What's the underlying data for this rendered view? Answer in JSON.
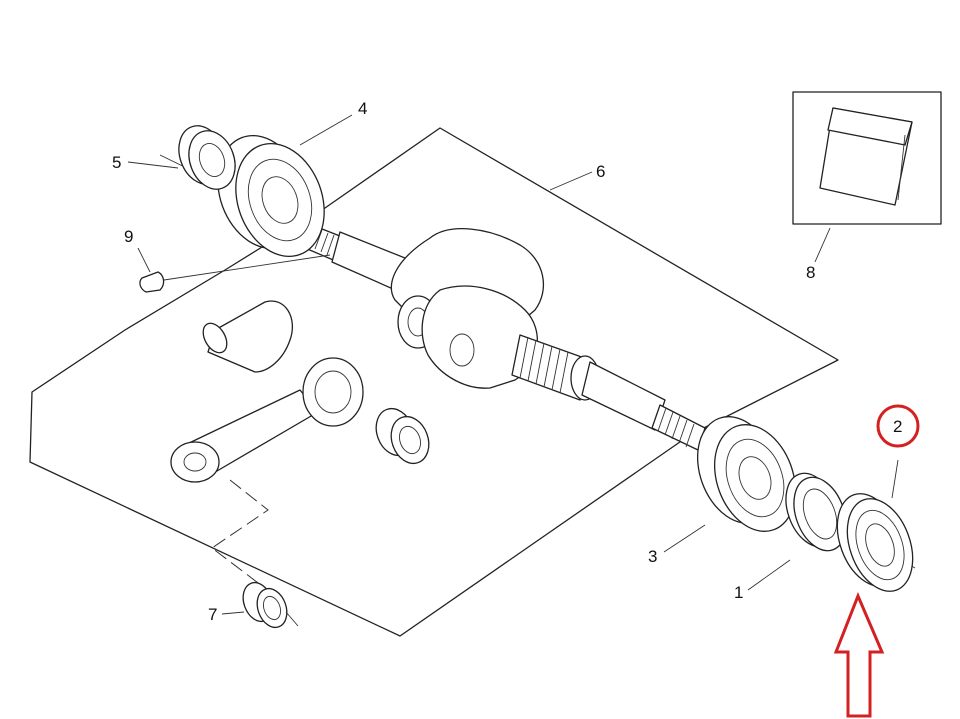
{
  "diagram": {
    "parts": [
      {
        "id": "part-1",
        "label": "1"
      },
      {
        "id": "part-2",
        "label": "2"
      },
      {
        "id": "part-3",
        "label": "3"
      },
      {
        "id": "part-4",
        "label": "4"
      },
      {
        "id": "part-5",
        "label": "5"
      },
      {
        "id": "part-6",
        "label": "6"
      },
      {
        "id": "part-7",
        "label": "7"
      },
      {
        "id": "part-8",
        "label": "8"
      },
      {
        "id": "part-9",
        "label": "9"
      }
    ],
    "highlight": {
      "color": "#d42020",
      "circled_part": "2"
    },
    "line_color": "#222222"
  }
}
